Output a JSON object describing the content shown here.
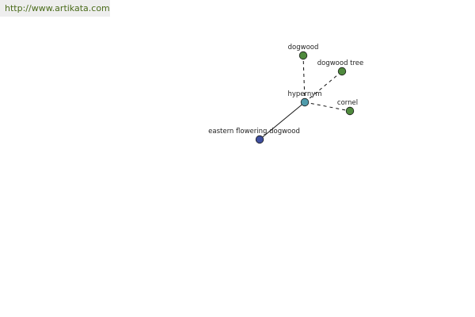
{
  "watermark": {
    "text": "http://www.artikata.com"
  },
  "colors": {
    "background": "#ffffff",
    "banner_bg": "#eeeeee",
    "banner_text": "#4a6b1a",
    "center_node": "#4f9bab",
    "related_node": "#4f8a3d",
    "source_node": "#3f4f9e",
    "node_stroke": "#1a1a1a",
    "edge": "#111111"
  },
  "graph": {
    "center": {
      "label": "hypernym"
    },
    "nodes": {
      "dogwood": {
        "label": "dogwood"
      },
      "dogwood_tree": {
        "label": "dogwood tree"
      },
      "cornel": {
        "label": "cornel"
      },
      "eastern": {
        "label": "eastern flowering dogwood"
      }
    }
  }
}
